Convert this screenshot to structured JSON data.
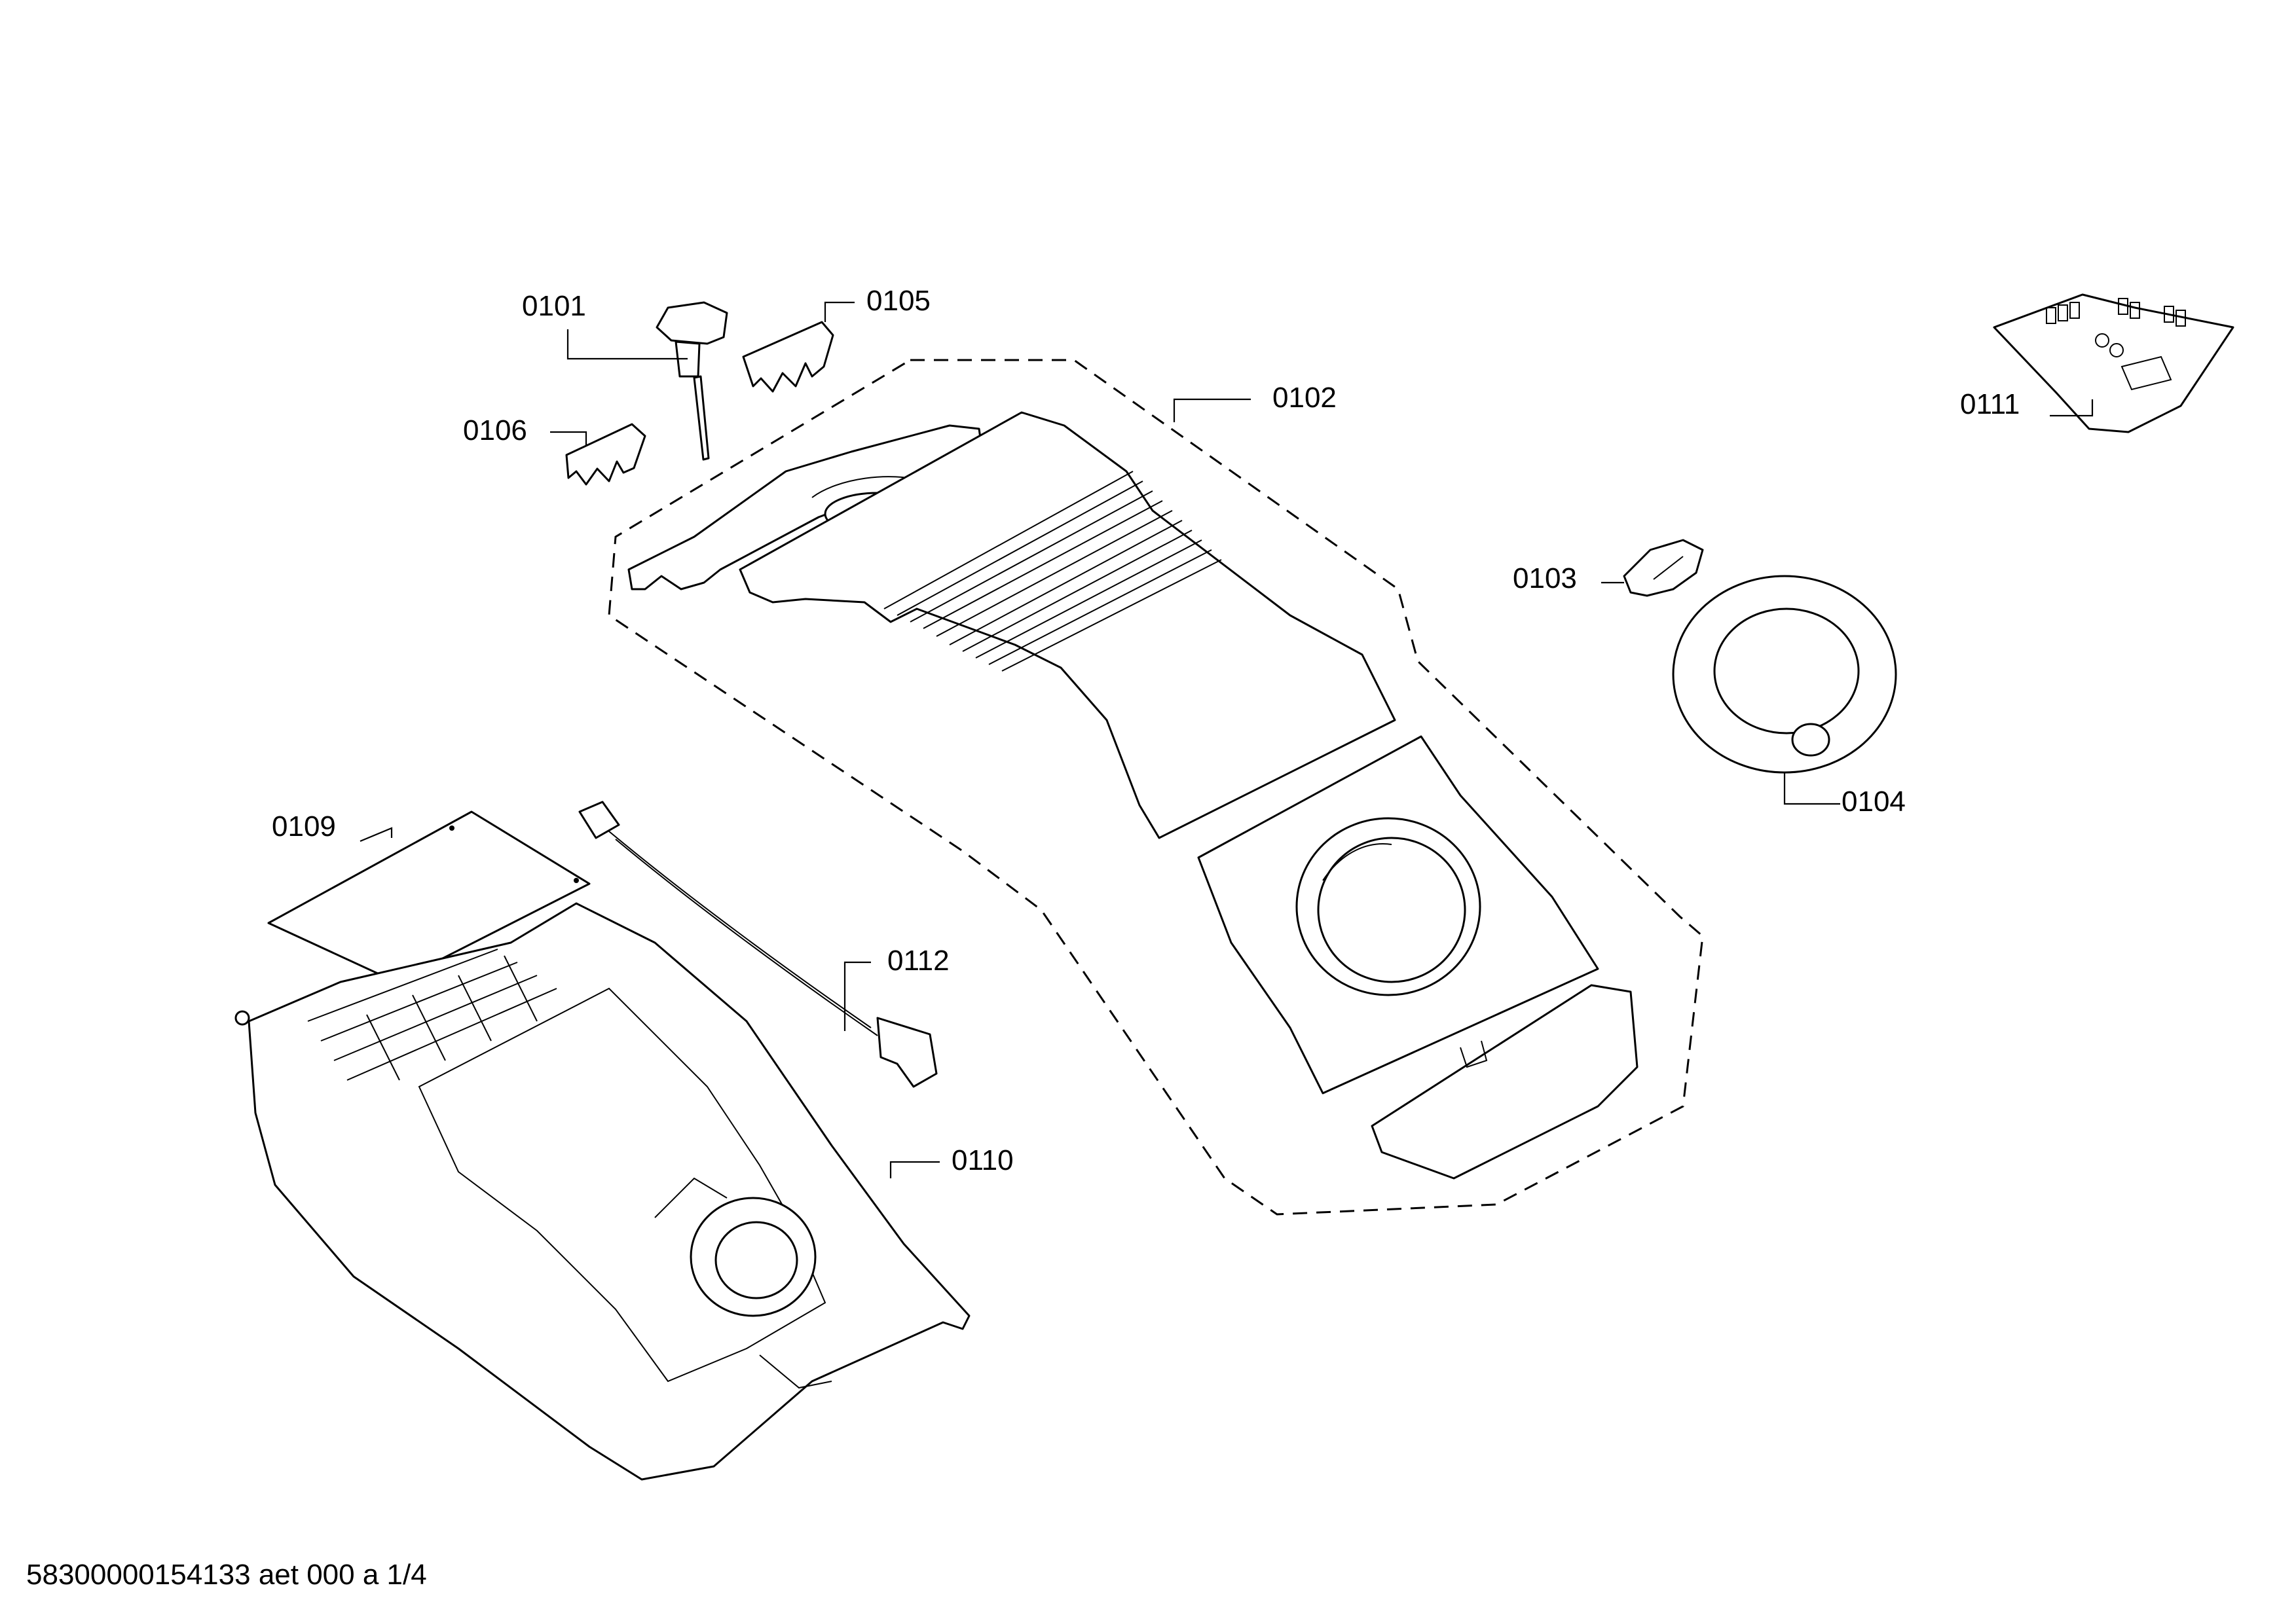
{
  "labels": {
    "p0101": "0101",
    "p0102": "0102",
    "p0103": "0103",
    "p0104": "0104",
    "p0105": "0105",
    "p0106": "0106",
    "p0109": "0109",
    "p0110": "0110",
    "p0111": "0111",
    "p0112": "0112"
  },
  "footer": "58300000154133 aet 000 a 1/4"
}
